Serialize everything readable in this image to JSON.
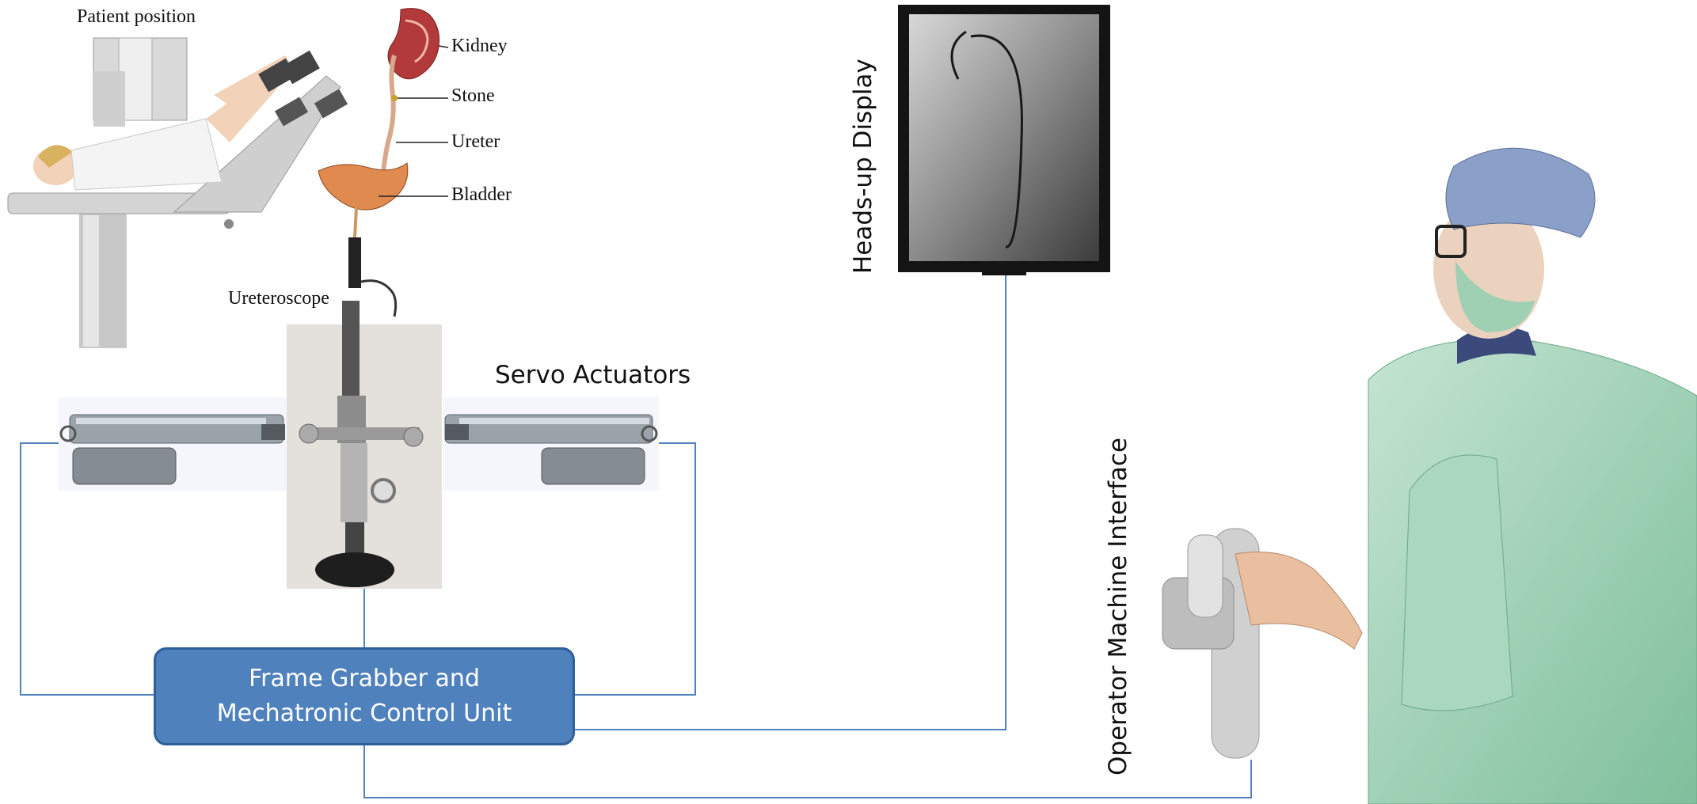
{
  "anatomy": {
    "patient_position": "Patient position",
    "kidney": "Kidney",
    "stone": "Stone",
    "ureter": "Ureter",
    "bladder": "Bladder",
    "ureteroscope": "Ureteroscope"
  },
  "labels": {
    "servo_actuators": "Servo Actuators",
    "heads_up_display": "Heads-up Display",
    "operator_interface": "Operator Machine Interface"
  },
  "control_unit": {
    "line1": "Frame Grabber and",
    "line2": "Mechatronic Control Unit"
  },
  "colors": {
    "connector": "#4f81bd",
    "control_box": "#4f81bd",
    "scrubs": "#9fd0b4"
  }
}
